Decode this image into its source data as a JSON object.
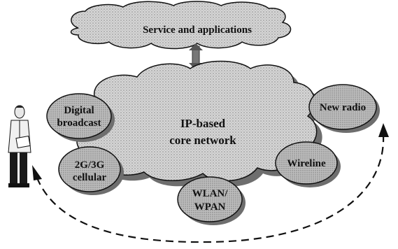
{
  "top_cloud": {
    "label": "Service and applications"
  },
  "core_cloud": {
    "line1": "IP-based",
    "line2": "core network"
  },
  "access_networks": {
    "digital_broadcast": {
      "line1": "Digital",
      "line2": "broadcast"
    },
    "cellular": {
      "line1": "2G/3G",
      "line2": "cellular"
    },
    "wlan": {
      "line1": "WLAN/",
      "line2": "WPAN"
    },
    "wireline": {
      "line1": "Wireline"
    },
    "new_radio": {
      "line1": "New radio"
    }
  },
  "colors": {
    "fill": "#c9c9c9",
    "stroke": "#111111",
    "shadow": "#6e6e6e"
  }
}
